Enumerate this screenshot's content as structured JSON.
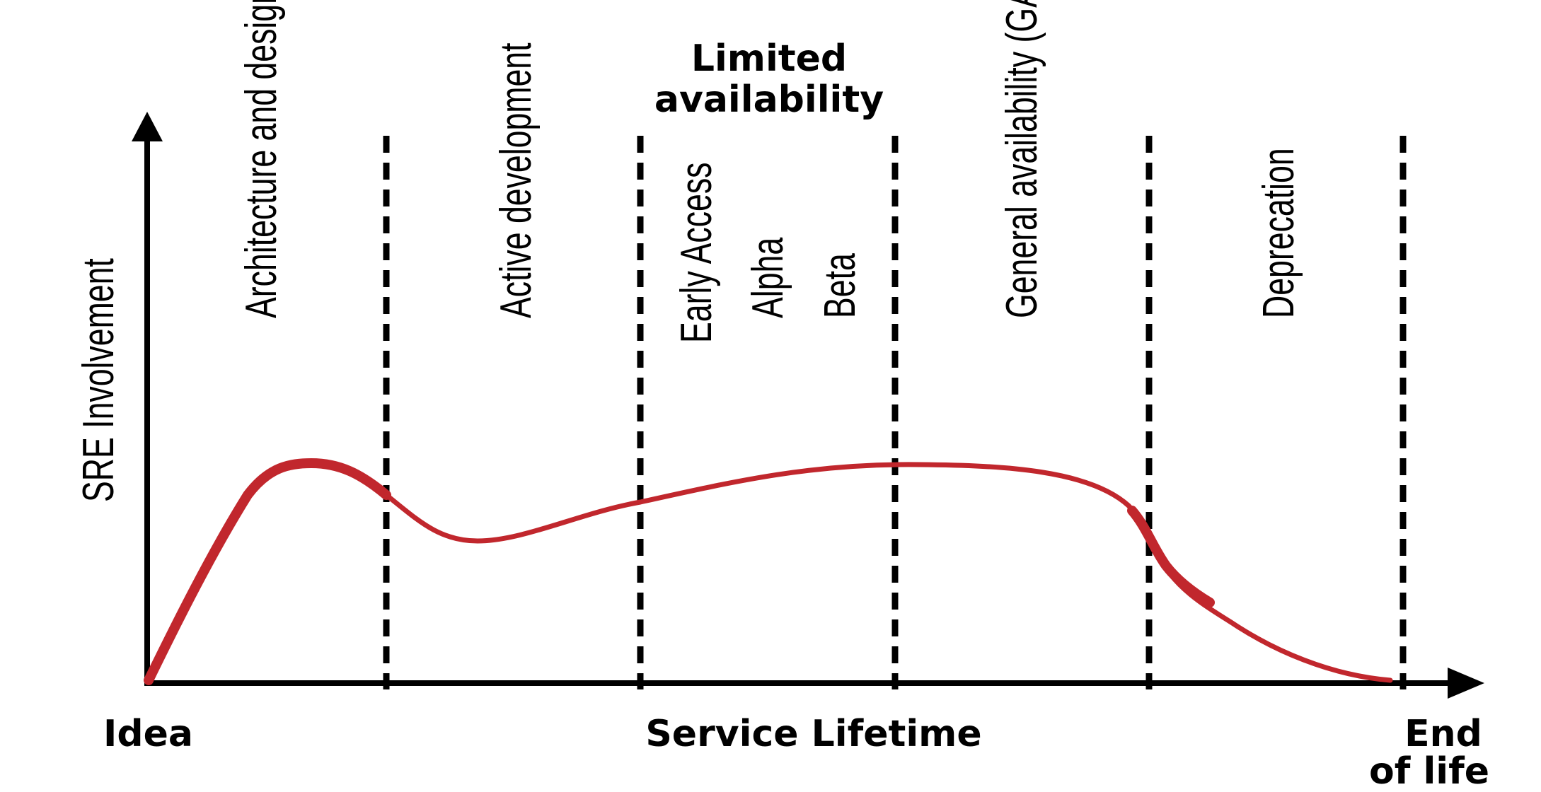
{
  "diagram": {
    "y_axis_label": "SRE Involvement",
    "x_axis_start_label": "Idea",
    "x_axis_center_label": "Service Lifetime",
    "x_axis_end_label_line1": "End",
    "x_axis_end_label_line2": "of life",
    "phases": {
      "architecture": "Architecture and design",
      "active_development": "Active development",
      "limited_availability_line1": "Limited",
      "limited_availability_line2": "availability",
      "early_access": "Early Access",
      "alpha": "Alpha",
      "beta": "Beta",
      "general_availability": "General availability (GA)",
      "deprecation": "Deprecation"
    },
    "colors": {
      "curve": "#c1272d",
      "axis": "#000000",
      "divider": "#000000"
    }
  }
}
